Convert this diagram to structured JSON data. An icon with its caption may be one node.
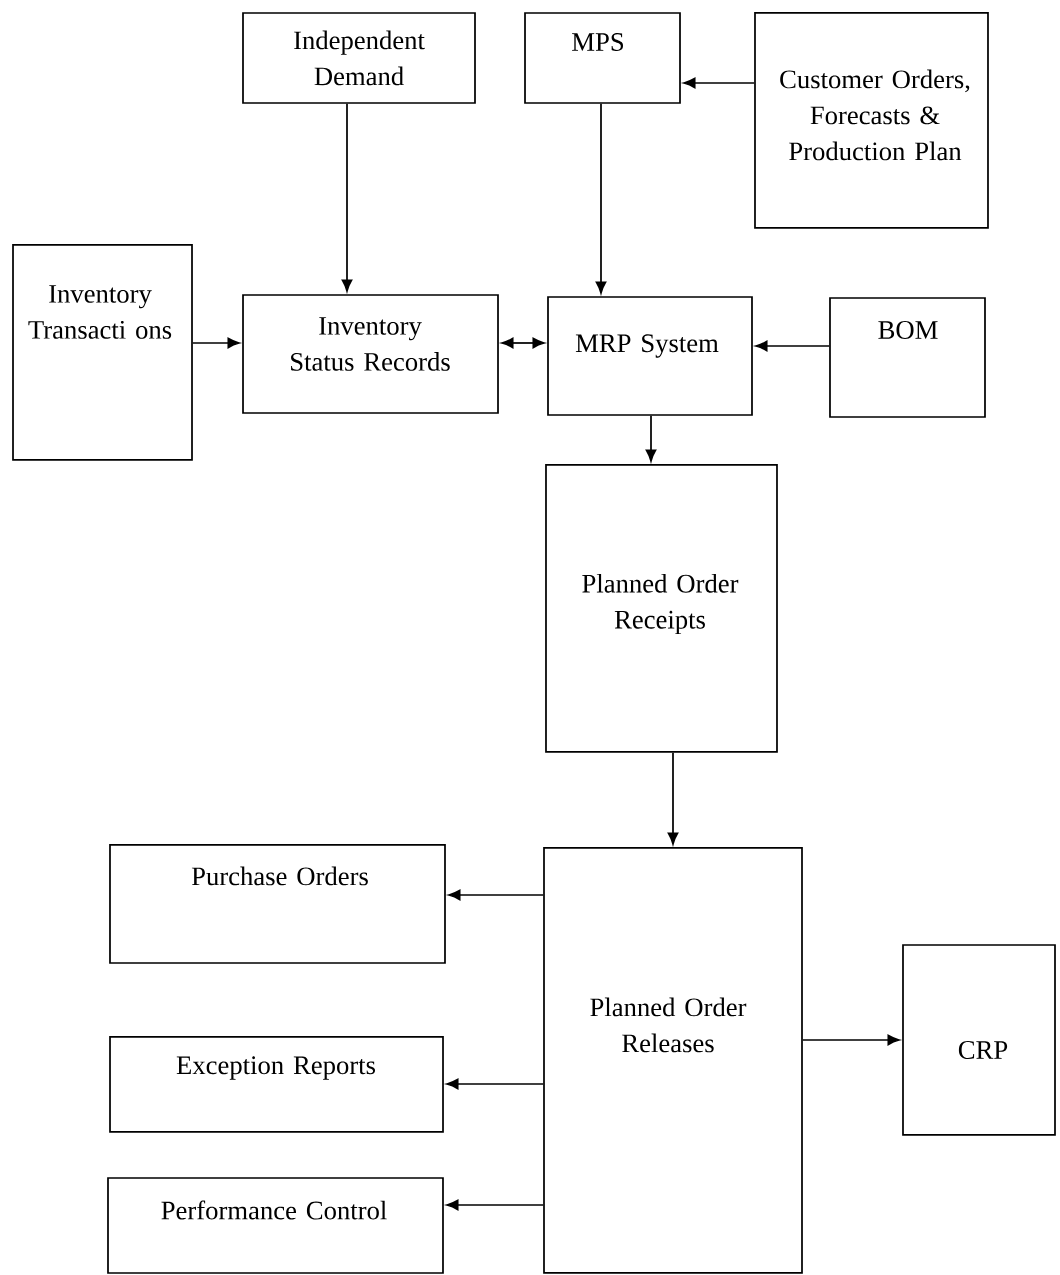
{
  "diagram": {
    "nodes": [
      {
        "text": [
          "Independent Demand"
        ]
      },
      {
        "text": [
          "MPS"
        ]
      },
      {
        "text": [
          "Customer Orders, Forecasts & Production Plan"
        ]
      },
      {
        "text": [
          "Inventory Transacti ons"
        ]
      },
      {
        "text": [
          "Inventory Status Records"
        ]
      },
      {
        "text": [
          "MRP System"
        ]
      },
      {
        "text": [
          "BOM"
        ]
      },
      {
        "text": [
          "Planned Order Receipts"
        ]
      },
      {
        "text": [
          "Purchase Orders"
        ]
      },
      {
        "text": [
          "Planned Order Releases"
        ]
      },
      {
        "text": [
          "CRP"
        ]
      },
      {
        "text": [
          "Exception Reports"
        ]
      },
      {
        "text": [
          "Performance Control"
        ]
      }
    ],
    "edges": [
      {
        "from": 0,
        "to": 4,
        "arrow": "to"
      },
      {
        "from": 1,
        "to": 5,
        "arrow": "to"
      },
      {
        "from": 2,
        "to": 1,
        "arrow": "to"
      },
      {
        "from": 3,
        "to": 4,
        "arrow": "to"
      },
      {
        "from": 4,
        "to": 5,
        "arrow": "both"
      },
      {
        "from": 6,
        "to": 5,
        "arrow": "to"
      },
      {
        "from": 5,
        "to": 7,
        "arrow": "to"
      },
      {
        "from": 7,
        "to": 9,
        "arrow": "to"
      },
      {
        "from": 9,
        "to": 8,
        "arrow": "to"
      },
      {
        "from": 9,
        "to": 10,
        "arrow": "to"
      },
      {
        "from": 9,
        "to": 11,
        "arrow": "to"
      },
      {
        "from": 9,
        "to": 12,
        "arrow": "to"
      }
    ]
  }
}
